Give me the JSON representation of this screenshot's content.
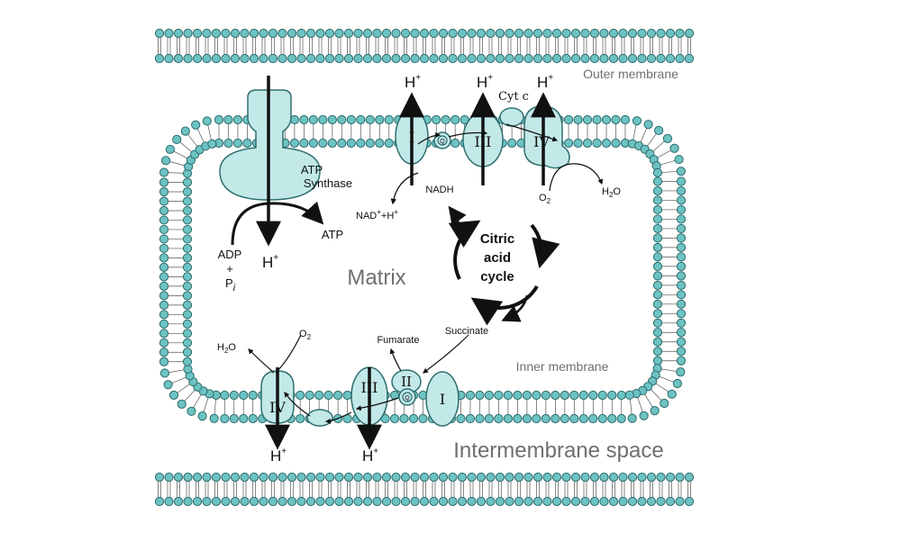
{
  "labels": {
    "outer_membrane": "Outer membrane",
    "inner_membrane": "Inner membrane",
    "intermembrane_space": "Intermembrane space",
    "matrix": "Matrix",
    "atp_synthase_line1": "ATP",
    "atp_synthase_line2": "Synthase",
    "atp": "ATP",
    "adp": "ADP",
    "plus": "+",
    "pi_base": "P",
    "pi_sub": "i",
    "h_base": "H",
    "h_sup": "+",
    "cyt_c": "Cyt c",
    "nadh": "NADH",
    "nad_base": "NAD",
    "nad_sup": "+",
    "nad_plus_h": "+H",
    "citric_line1": "Citric",
    "citric_line2": "acid",
    "citric_line3": "cycle",
    "succinate": "Succinate",
    "fumarate": "Fumarate",
    "water_h": "H",
    "water_sub": "2",
    "water_o": "O",
    "oxygen_o": "O",
    "oxygen_sub": "2",
    "q": "Q"
  },
  "complexes_top": [
    "I",
    "III",
    "IV"
  ],
  "complexes_bottom": [
    "IV",
    "III",
    "II",
    "I"
  ],
  "colors": {
    "membrane_head": "#6dc2c2",
    "membrane_head_stroke": "#2d6b6b",
    "protein_fill": "#c3e8e8",
    "protein_stroke": "#2f6f6f",
    "label_gray": "#6f6f6f"
  }
}
